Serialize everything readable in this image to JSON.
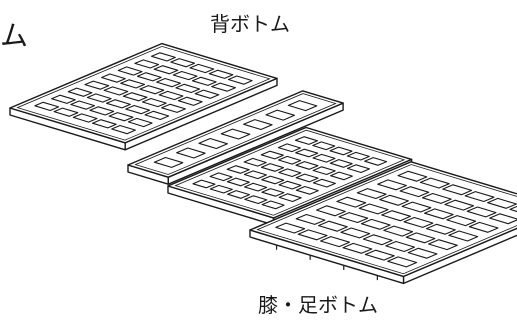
{
  "labels": {
    "partial_left": "ム",
    "back_bottom": "背ボトム",
    "knee_foot_bottom": "膝・足ボトム"
  },
  "colors": {
    "line": "#1a1a1a",
    "fill": "#ffffff"
  }
}
